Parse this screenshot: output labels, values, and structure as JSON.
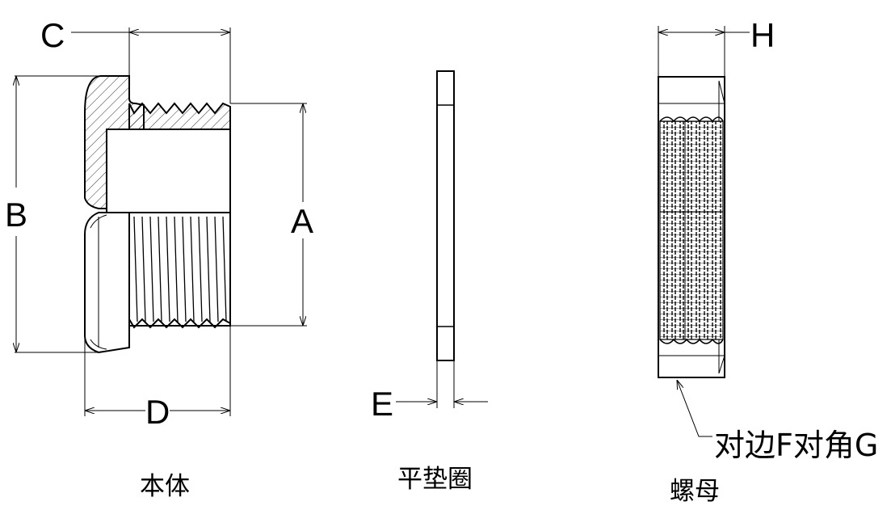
{
  "dimensions": {
    "A": "A",
    "B": "B",
    "C": "C",
    "D": "D",
    "E": "E",
    "H": "H"
  },
  "callout": "对边F对角G",
  "parts": {
    "body": "本体",
    "washer": "平垫圈",
    "nut": "螺母"
  }
}
